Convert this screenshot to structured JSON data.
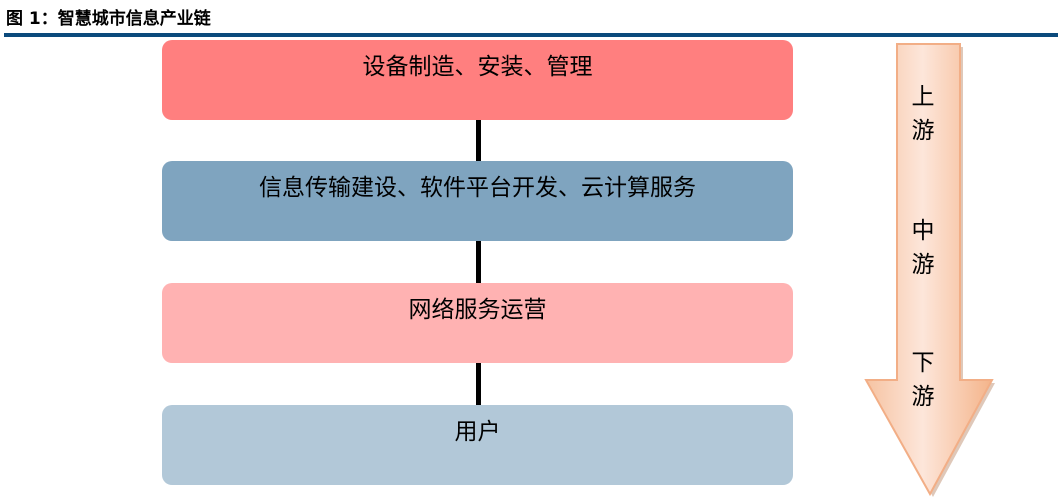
{
  "figure_title": "图 1：智慧城市信息产业链",
  "chain": [
    {
      "label": "设备制造、安装、管理",
      "color": "#ff7f7f"
    },
    {
      "label": "信息传输建设、软件平台开发、云计算服务",
      "color": "#7fa4bf"
    },
    {
      "label": "网络服务运营",
      "color": "#ffb2b2"
    },
    {
      "label": "用户",
      "color": "#b2c8d8"
    }
  ],
  "arrow": {
    "direction": "down",
    "color": "#f4b48a",
    "labels": [
      "上游",
      "中游",
      "下游"
    ]
  }
}
